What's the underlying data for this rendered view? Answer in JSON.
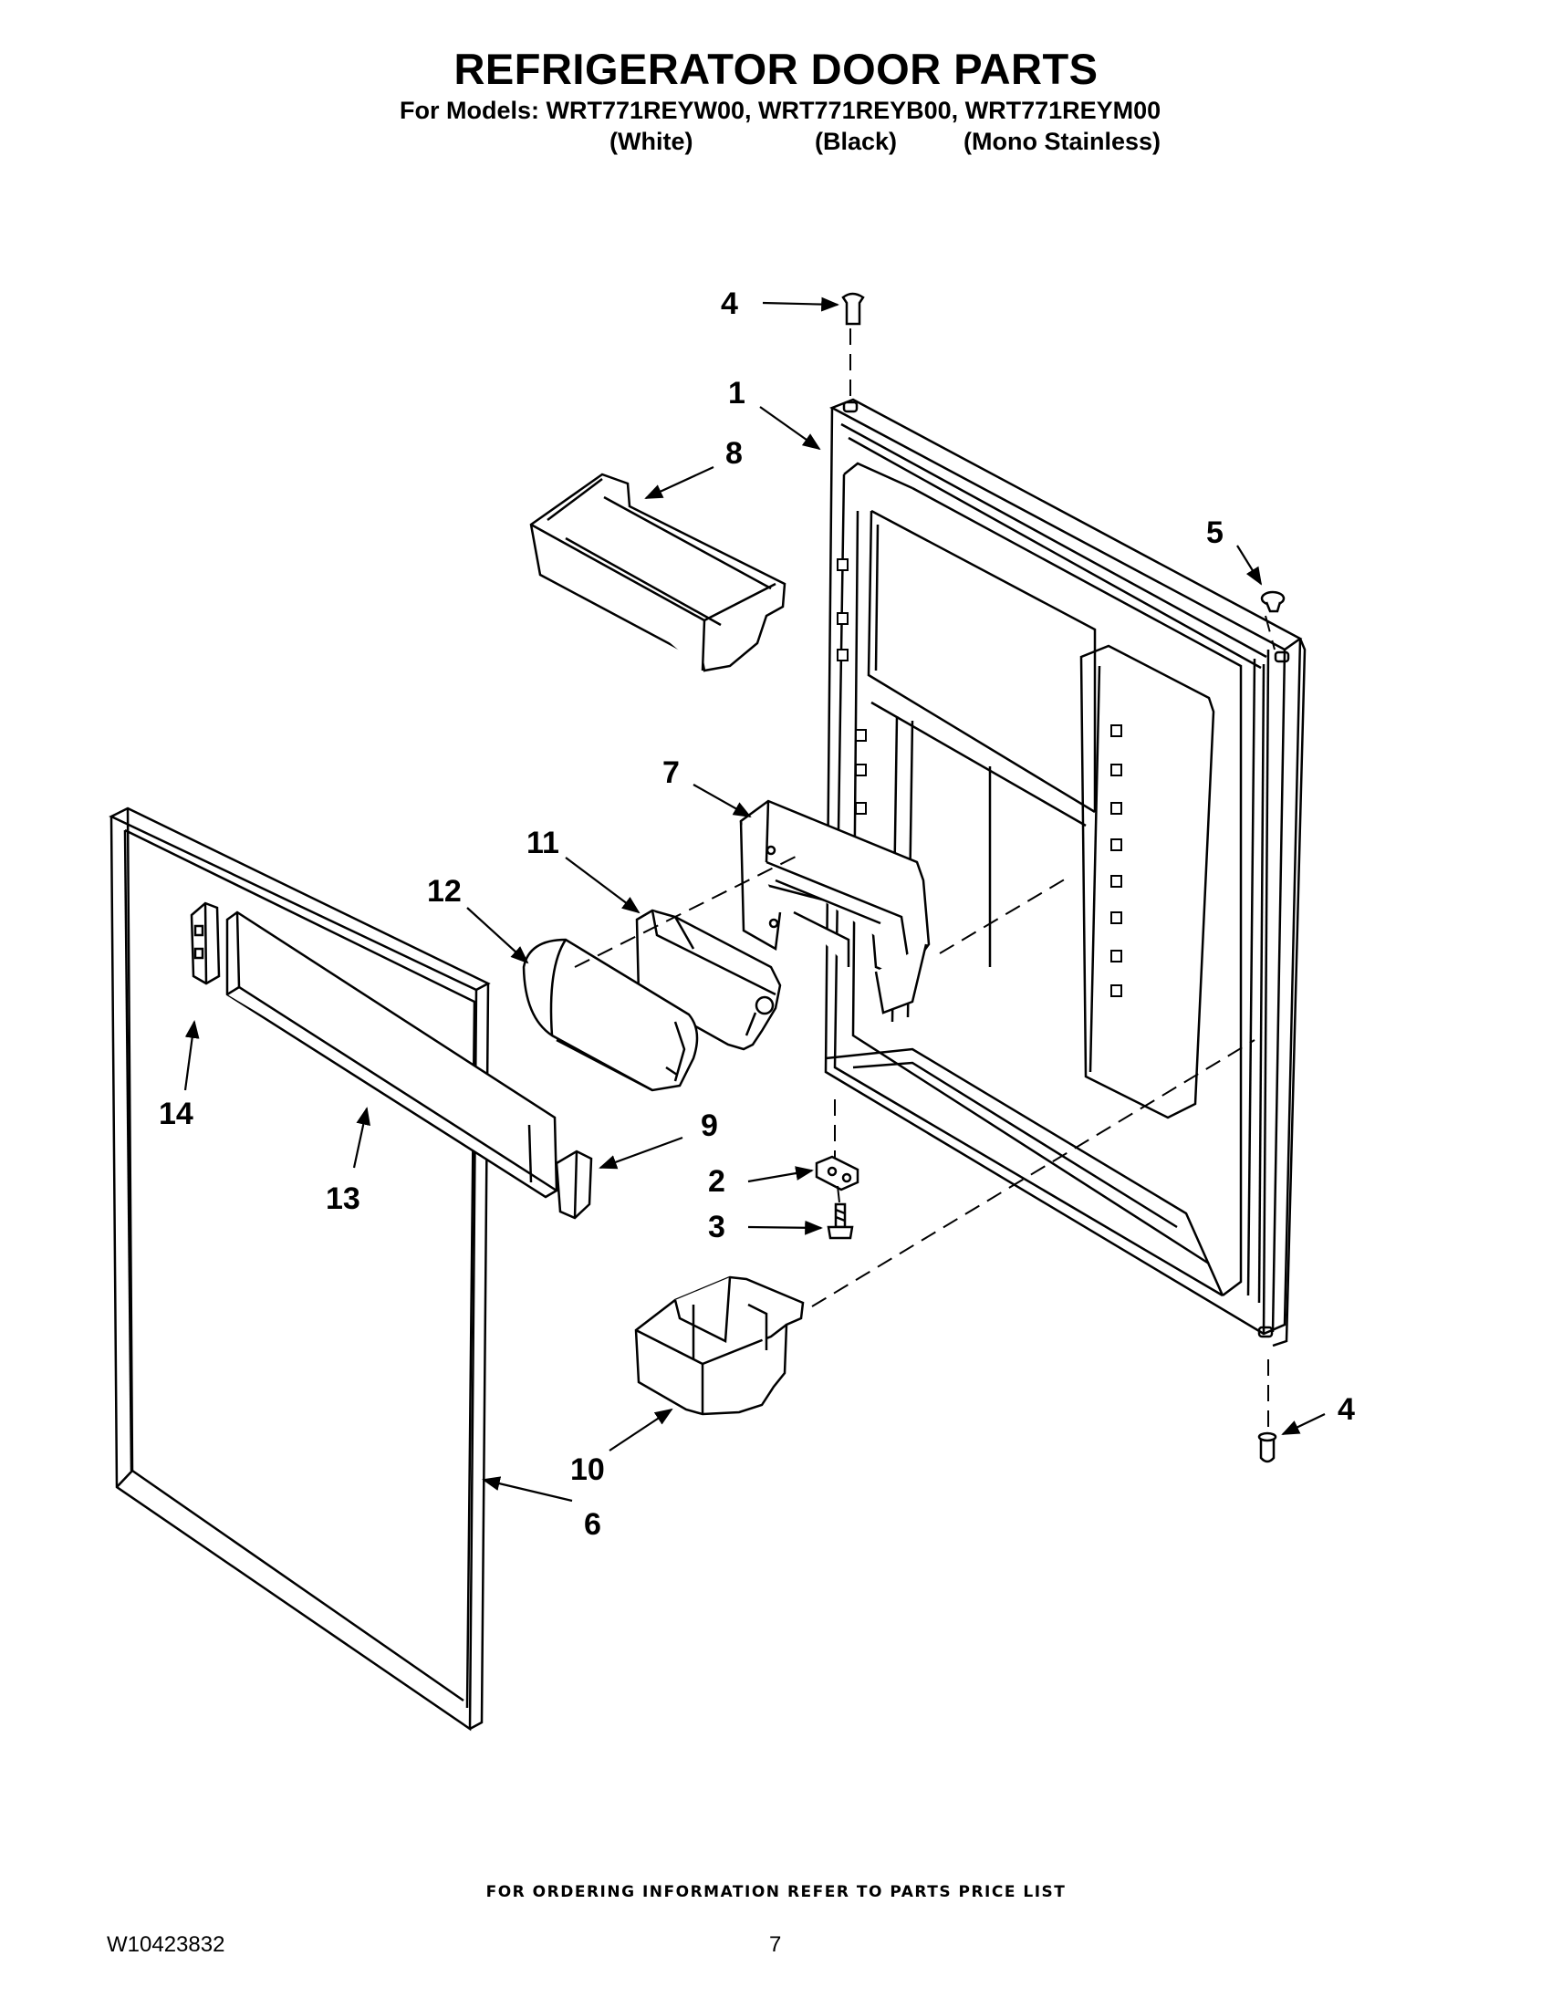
{
  "header": {
    "title": "REFRIGERATOR DOOR PARTS",
    "models_line": "For Models: WRT771REYW00, WRT771REYB00, WRT771REYM00",
    "variants": [
      "(White)",
      "(Black)",
      "(Mono Stainless)"
    ]
  },
  "callouts": {
    "c1": "1",
    "c2": "2",
    "c3": "3",
    "c4_top": "4",
    "c4_bottom": "4",
    "c5": "5",
    "c6": "6",
    "c7": "7",
    "c8": "8",
    "c9": "9",
    "c10": "10",
    "c11": "11",
    "c12": "12",
    "c13": "13",
    "c14": "14"
  },
  "footer": {
    "ordering_note": "FOR ORDERING INFORMATION REFER TO PARTS PRICE LIST",
    "document_number": "W10423832",
    "page_number": "7"
  }
}
